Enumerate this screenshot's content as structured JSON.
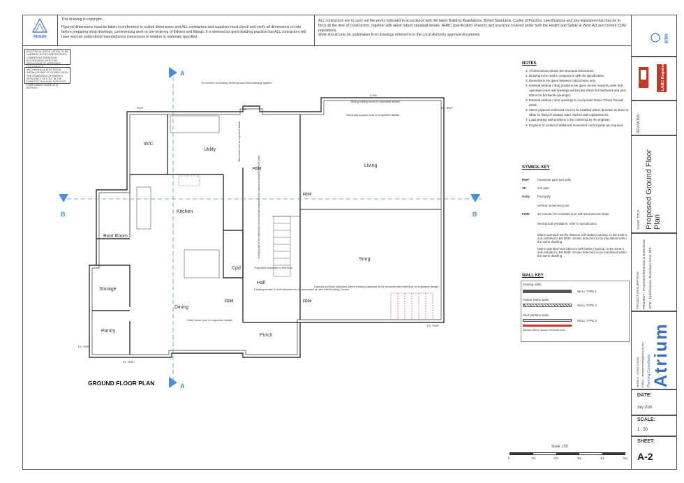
{
  "copyright": {
    "title": "This drawing is copyright:-",
    "body": "Figured dimensions must be taken in preference to scaled dimensions and ALL contractors and suppliers must check and verify all dimensions on site before preparing shop drawings, commencing work or pre-ordering of fixtures and fittings.  It is deemed as good building practice that ALL contractors will have read an understood manufacturers instructions in relation to materials specified."
  },
  "contractors": {
    "line1": "ALL contractors are to carry out the works indicated in accordance with the latest Building Regulations, British Standards, Codes of Practice, specifications and any legislation that may be in force @ the time of construction, together with latest robust standard details, NHBC specification of works and practices covered under both the Health and Safety at Work Act and current CDM regulations.",
    "line2": "Work should only be undertaken from drawings referred to in the Local Authority approval documents"
  },
  "logo": {
    "name": "Atrium"
  },
  "electrical_note": "ELECTRICAL INSTALLATION TO BE CARRIED OUT BY A REGISTERED COMPETENT PERSON IN ACCORDANCE WITH THE PROVISIONS OF APPROVED DOCUMENT P.",
  "mechanical_note": "MECHANICAL & ELECTRICAL INSTALLATIONS TO COMPLY WITH THE STANDARDS OF ENERGY EFFICIENCY SET OUT IN THE DOMESTIC BUILDING SERVICES COMPLIANCE GUIDE 2013 EDITION.",
  "plan": {
    "title": "GROUND FLOOR PLAN",
    "section_a": "A",
    "section_b": "B",
    "rooms": {
      "wc": "W/C",
      "utility": "Utility",
      "kitchen": "Kitchen",
      "boot_room": "Boot Room",
      "storage": "Storage",
      "pantry": "Pantry",
      "dining": "Dining",
      "cpd": "Cpd",
      "hall": "Hall",
      "porch": "Porch",
      "living": "Living",
      "snug": "Snug"
    },
    "labels": {
      "drainage": "To connect to existing below ground foul drainage system",
      "sp": "SP",
      "rwp": "RWP",
      "ex_rwp": "EX. RWP",
      "fd30": "FD30",
      "bifold": "Sliding folding doors to specialist details",
      "dimension": "3,950",
      "structural": "Structural support over to engineers details",
      "steel_beam": "Steel beam over to engineers details",
      "existing_wall": "Existing wall to be retained & reinforced with loadbearing to support proposed first floor joists",
      "stairs": "Proposed staircase to first floor",
      "smoke": "Existing smoke & heat detection to be discussed on site with Building Control",
      "dashed_red": "Dashed red lines indicates where existing staircase to be removed with infill floor to engineers details",
      "steel_beam_dining": "Steel beam over to engineers details"
    }
  },
  "notes": {
    "title": "NOTES",
    "items": [
      "All dimensions shown are structural dimensions.",
      "Drawing to be read in conjunction with the specification.",
      "Dimensions are given between critical faces only.",
      "External window / door positions are given across masonry outer leaf openings (inner leaf openings will be plus 20mm for blockwork and plus 50mm for brickwork openings).",
      "External window / door openings to incorporate 25mm 'Check Reveal' detail.",
      "25mm plywood reinforced zone to be installed where denoted on plans to allow for fixing of sanitary ware, kitchen wall cupboards etc .",
      "Load bearing wall positions to be confirmed by the engineer.",
      "Engineer to confirm if additional movement control joints are required."
    ]
  },
  "symbol_key": {
    "title": "SYMBOL KEY",
    "items": [
      {
        "code": "RWP",
        "text": "Rainwater pipe and gully"
      },
      {
        "code": "SP",
        "text": "Soil pipe"
      },
      {
        "code": "Gully",
        "text": "Foul gully"
      },
      {
        "code": "",
        "text": "Vertical movement joint"
      },
      {
        "code": "FD30",
        "text": "30 minutes fire resistant door with intumescent strips"
      },
      {
        "code": "",
        "text": "Mechanical ventilation, refer to specification"
      },
      {
        "code": "",
        "text": "Mains operated smoke detector with battery backup, to BS 5446-1 and installed to BS 5839. Smoke detectors to be interlinked within the same dwelling"
      },
      {
        "code": "",
        "text": "Mains operated heat detector with battery backup, to BS 5446-1 and installed to BS 5839. Smoke detectors to be interlinked within the same dwelling"
      }
    ]
  },
  "wall_key": {
    "title": "WALL KEY",
    "items": [
      {
        "name": "Existing walls",
        "type": "WALL TYPE 1"
      },
      {
        "name": "Timber frame walls",
        "type": "WALL TYPE 2"
      },
      {
        "name": "Stud partition walls",
        "type": "WALL TYPE 3"
      }
    ],
    "note": "Denotes 25mm plywood reinforced zone"
  },
  "scale_bar": {
    "title": "Scale 1:50",
    "ticks": [
      "0",
      "1m",
      "2m",
      "3m",
      "4m",
      "5m"
    ]
  },
  "title_block": {
    "revisions": "REVISIONS :",
    "sheet_title_label": "SHEET TITLE:",
    "sheet_title": "Proposed Ground Floor Plan",
    "project_desc_label": "PROJECT DESCRIPTION:",
    "project": "PROJECT : Proposed Alterations & Extensions",
    "site": "SITE : Uphill House, Rowsham SA11 4EF",
    "company": "Atrium",
    "company_sub": "Planning Consultants",
    "mobile": "MOBILE : 07993 270961",
    "email": "EMAIL : atriumplanning@icloud.com",
    "labc": "LABC Registered",
    "rtpi": "RTPI",
    "date_label": "DATE:",
    "date": "July 2026",
    "scale_label": "SCALE:",
    "scale": "1 : 50",
    "sheet_label": "SHEET:",
    "sheet": "A-2"
  },
  "colors": {
    "section_line": "#4a8fd8",
    "accent_red": "#c0392b",
    "company_blue": "#3b6fb6"
  }
}
